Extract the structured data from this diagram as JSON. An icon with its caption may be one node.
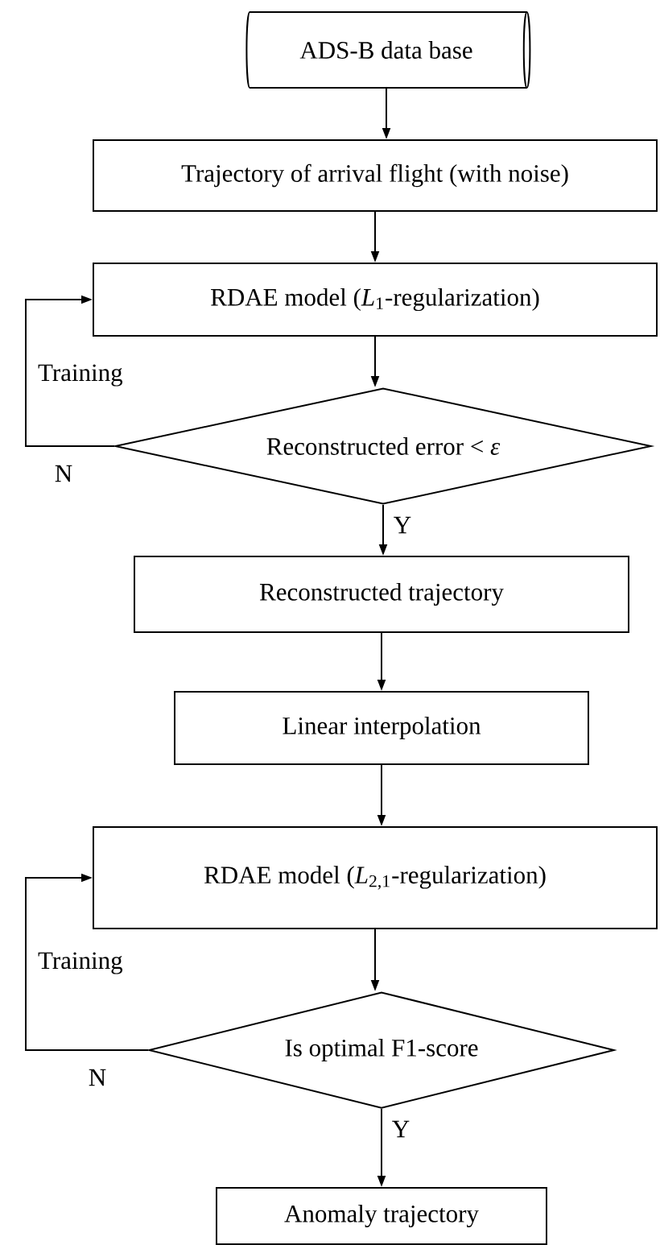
{
  "diagram": {
    "nodes": [
      {
        "text": [
          "ADS-B data base"
        ]
      },
      {
        "text": [
          "Trajectory of arrival flight (with noise)"
        ]
      },
      {
        "text": [
          "RDAE model  (*L*$_{1}$-regularization)"
        ]
      },
      {
        "text": [
          "Reconstructed error < *ε*"
        ]
      },
      {
        "text": [
          "Reconstructed trajectory"
        ]
      },
      {
        "text": [
          "Linear interpolation"
        ]
      },
      {
        "text": [
          "RDAE model (*L*$_{2,1}$-regularization)"
        ]
      },
      {
        "text": [
          "Is optimal F1-score"
        ]
      },
      {
        "text": [
          "Anomaly trajectory"
        ]
      }
    ],
    "edges": [
      {
        "from": 0,
        "to": 1,
        "arrow": "to"
      },
      {
        "from": 1,
        "to": 2,
        "arrow": "to"
      },
      {
        "from": 2,
        "to": 3,
        "arrow": "to"
      },
      {
        "from": 3,
        "to": 4,
        "arrow": "to",
        "label": "Y"
      },
      {
        "from": 4,
        "to": 5,
        "arrow": "to"
      },
      {
        "from": 5,
        "to": 6,
        "arrow": "to"
      },
      {
        "from": 6,
        "to": 7,
        "arrow": "to"
      },
      {
        "from": 7,
        "to": 8,
        "arrow": "to",
        "label": "Y"
      },
      {
        "from": 3,
        "to": 2,
        "arrow": "to",
        "label": "N"
      },
      {
        "from": 7,
        "to": 6,
        "arrow": "to",
        "label": "N"
      }
    ],
    "labels": [
      "Training",
      "Training"
    ]
  }
}
